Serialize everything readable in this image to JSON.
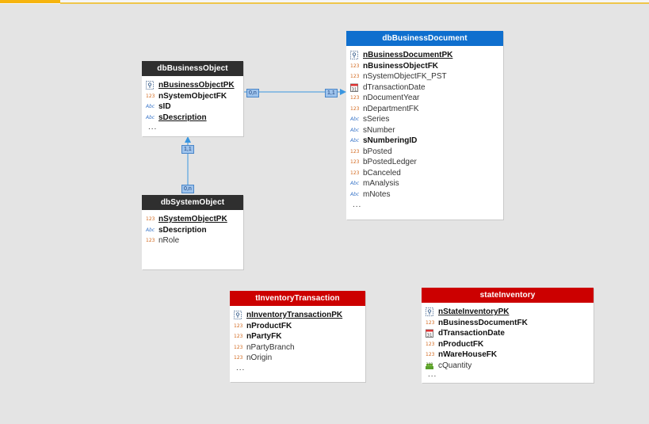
{
  "colors": {
    "header_dark": "#2f2f2f",
    "header_blue": "#0f6fce",
    "header_red": "#cc0000",
    "link": "#3a96e0"
  },
  "entities": {
    "dbBusinessObject": {
      "title": "dbBusinessObject",
      "fields": [
        {
          "name": "nBusinessObjectPK",
          "style": "pk",
          "icon": "key-icon"
        },
        {
          "name": "nSystemObjectFK",
          "style": "bold",
          "icon": "number-icon"
        },
        {
          "name": "sID",
          "style": "bold",
          "icon": "text-icon"
        },
        {
          "name": "sDescription",
          "style": "pk",
          "icon": "text-icon"
        }
      ],
      "more": "..."
    },
    "dbSystemObject": {
      "title": "dbSystemObject",
      "fields": [
        {
          "name": "nSystemObjectPK",
          "style": "pk",
          "icon": "number-icon"
        },
        {
          "name": "sDescription",
          "style": "bold",
          "icon": "text-icon"
        },
        {
          "name": "nRole",
          "style": "normal",
          "icon": "number-icon"
        }
      ]
    },
    "dbBusinessDocument": {
      "title": "dbBusinessDocument",
      "fields": [
        {
          "name": "nBusinessDocumentPK",
          "style": "pk",
          "icon": "key-icon"
        },
        {
          "name": "nBusinessObjectFK",
          "style": "bold",
          "icon": "number-icon"
        },
        {
          "name": "nSystemObjectFK_PST",
          "style": "normal",
          "icon": "number-icon"
        },
        {
          "name": "dTransactionDate",
          "style": "normal",
          "icon": "calendar-icon"
        },
        {
          "name": "nDocumentYear",
          "style": "normal",
          "icon": "number-icon"
        },
        {
          "name": "nDepartmentFK",
          "style": "normal",
          "icon": "number-icon"
        },
        {
          "name": "sSeries",
          "style": "normal",
          "icon": "text-icon"
        },
        {
          "name": "sNumber",
          "style": "normal",
          "icon": "text-icon"
        },
        {
          "name": "sNumberingID",
          "style": "bold",
          "icon": "text-icon"
        },
        {
          "name": "bPosted",
          "style": "normal",
          "icon": "number-icon"
        },
        {
          "name": "bPostedLedger",
          "style": "normal",
          "icon": "number-icon"
        },
        {
          "name": "bCanceled",
          "style": "normal",
          "icon": "number-icon"
        },
        {
          "name": "mAnalysis",
          "style": "normal",
          "icon": "text-icon"
        },
        {
          "name": "mNotes",
          "style": "normal",
          "icon": "text-icon"
        }
      ],
      "more": "..."
    },
    "tInventoryTransaction": {
      "title": "tInventoryTransaction",
      "fields": [
        {
          "name": "nInventoryTransactionPK",
          "style": "pk",
          "icon": "key-icon"
        },
        {
          "name": "nProductFK",
          "style": "bold",
          "icon": "number-icon"
        },
        {
          "name": "nPartyFK",
          "style": "bold",
          "icon": "number-icon"
        },
        {
          "name": "nPartyBranch",
          "style": "normal",
          "icon": "number-icon"
        },
        {
          "name": "nOrigin",
          "style": "normal",
          "icon": "number-icon"
        }
      ],
      "more": "..."
    },
    "stateInventory": {
      "title": "stateInventory",
      "fields": [
        {
          "name": "nStateInventoryPK",
          "style": "pk",
          "icon": "key-icon"
        },
        {
          "name": "nBusinessDocumentFK",
          "style": "bold",
          "icon": "number-icon"
        },
        {
          "name": "dTransactionDate",
          "style": "bold",
          "icon": "calendar-icon"
        },
        {
          "name": "nProductFK",
          "style": "bold",
          "icon": "number-icon"
        },
        {
          "name": "nWareHouseFK",
          "style": "bold",
          "icon": "number-icon"
        },
        {
          "name": "cQuantity",
          "style": "normal",
          "icon": "money-icon"
        }
      ],
      "more": "..."
    }
  },
  "relationships": {
    "bo_doc": {
      "from_label": "0,n",
      "to_label": "1,1"
    },
    "sys_bo": {
      "from_label": "0,n",
      "to_label": "1,1"
    }
  },
  "icons": {
    "number_glyph": "123",
    "text_glyph": "Abc",
    "calendar_glyph": "31",
    "money_glyph": "100"
  }
}
